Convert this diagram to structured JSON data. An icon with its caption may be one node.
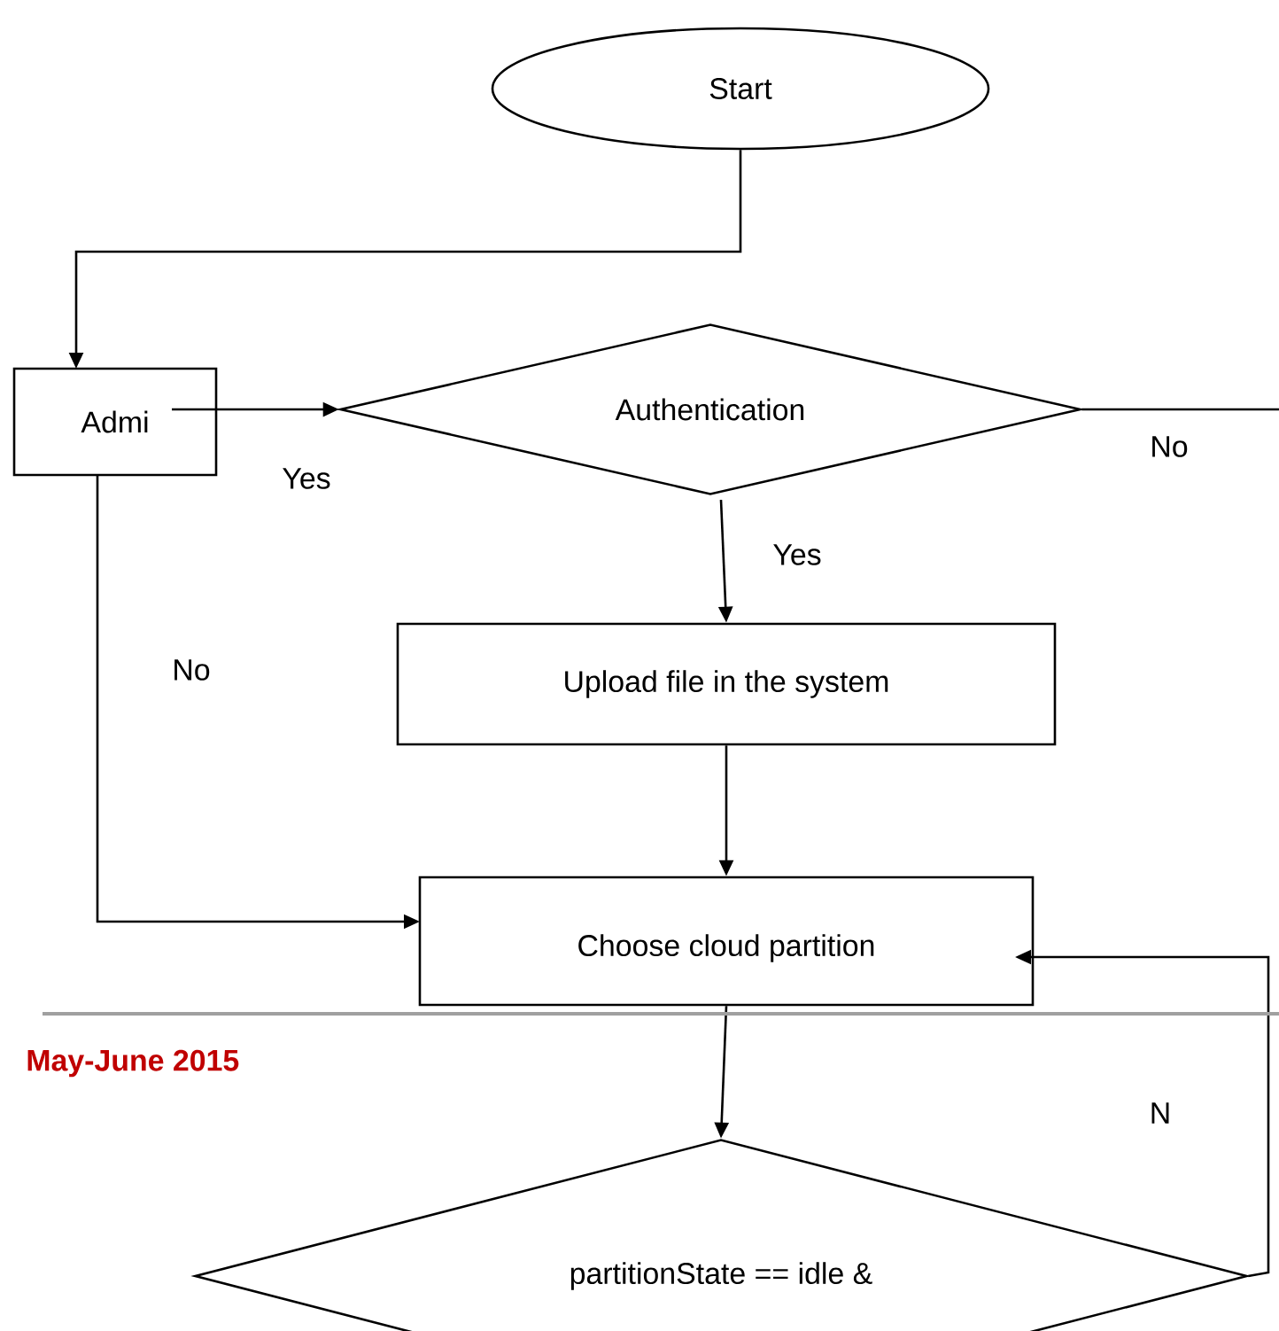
{
  "diagram": {
    "nodes": [
      {
        "text": [
          "Start"
        ]
      },
      {
        "text": [
          "Admi"
        ]
      },
      {
        "text": [
          "Authentication"
        ]
      },
      {
        "text": [
          "Upload file in the system"
        ]
      },
      {
        "text": [
          "Choose cloud partition"
        ]
      },
      {
        "text": [
          "partitionState == idle &"
        ]
      }
    ],
    "edges": [
      {
        "from": 0,
        "to": 1,
        "arrow": "to"
      },
      {
        "from": 1,
        "to": 2,
        "arrow": "to",
        "label": "Yes"
      },
      {
        "from": 2,
        "to": 3,
        "arrow": "to",
        "label": "Yes"
      },
      {
        "from": 2,
        "to": null,
        "arrow": "none",
        "label": "No"
      },
      {
        "from": 1,
        "to": 4,
        "arrow": "to",
        "label": "No"
      },
      {
        "from": 3,
        "to": 4,
        "arrow": "to"
      },
      {
        "from": 4,
        "to": 5,
        "arrow": "to"
      },
      {
        "from": 5,
        "to": 4,
        "arrow": "to",
        "label": "N"
      }
    ],
    "labels": [
      "May-June 2015"
    ]
  }
}
